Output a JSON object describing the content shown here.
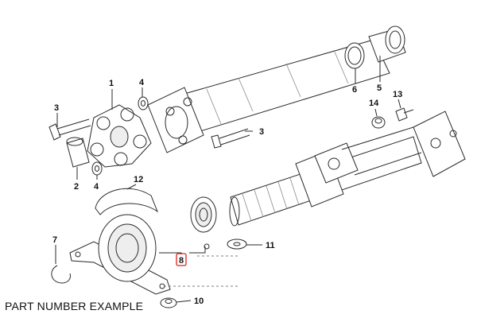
{
  "caption": "PART NUMBER EXAMPLE",
  "highlight_color": "#e0201b",
  "callouts": [
    {
      "id": "1",
      "label": "1"
    },
    {
      "id": "2",
      "label": "2"
    },
    {
      "id": "3a",
      "label": "3"
    },
    {
      "id": "3b",
      "label": "3"
    },
    {
      "id": "4a",
      "label": "4"
    },
    {
      "id": "4b",
      "label": "4"
    },
    {
      "id": "5",
      "label": "5"
    },
    {
      "id": "6",
      "label": "6"
    },
    {
      "id": "7",
      "label": "7"
    },
    {
      "id": "8",
      "label": "8",
      "highlighted": true
    },
    {
      "id": "10",
      "label": "10"
    },
    {
      "id": "11",
      "label": "11"
    },
    {
      "id": "12",
      "label": "12"
    },
    {
      "id": "13",
      "label": "13"
    },
    {
      "id": "14",
      "label": "14"
    }
  ]
}
